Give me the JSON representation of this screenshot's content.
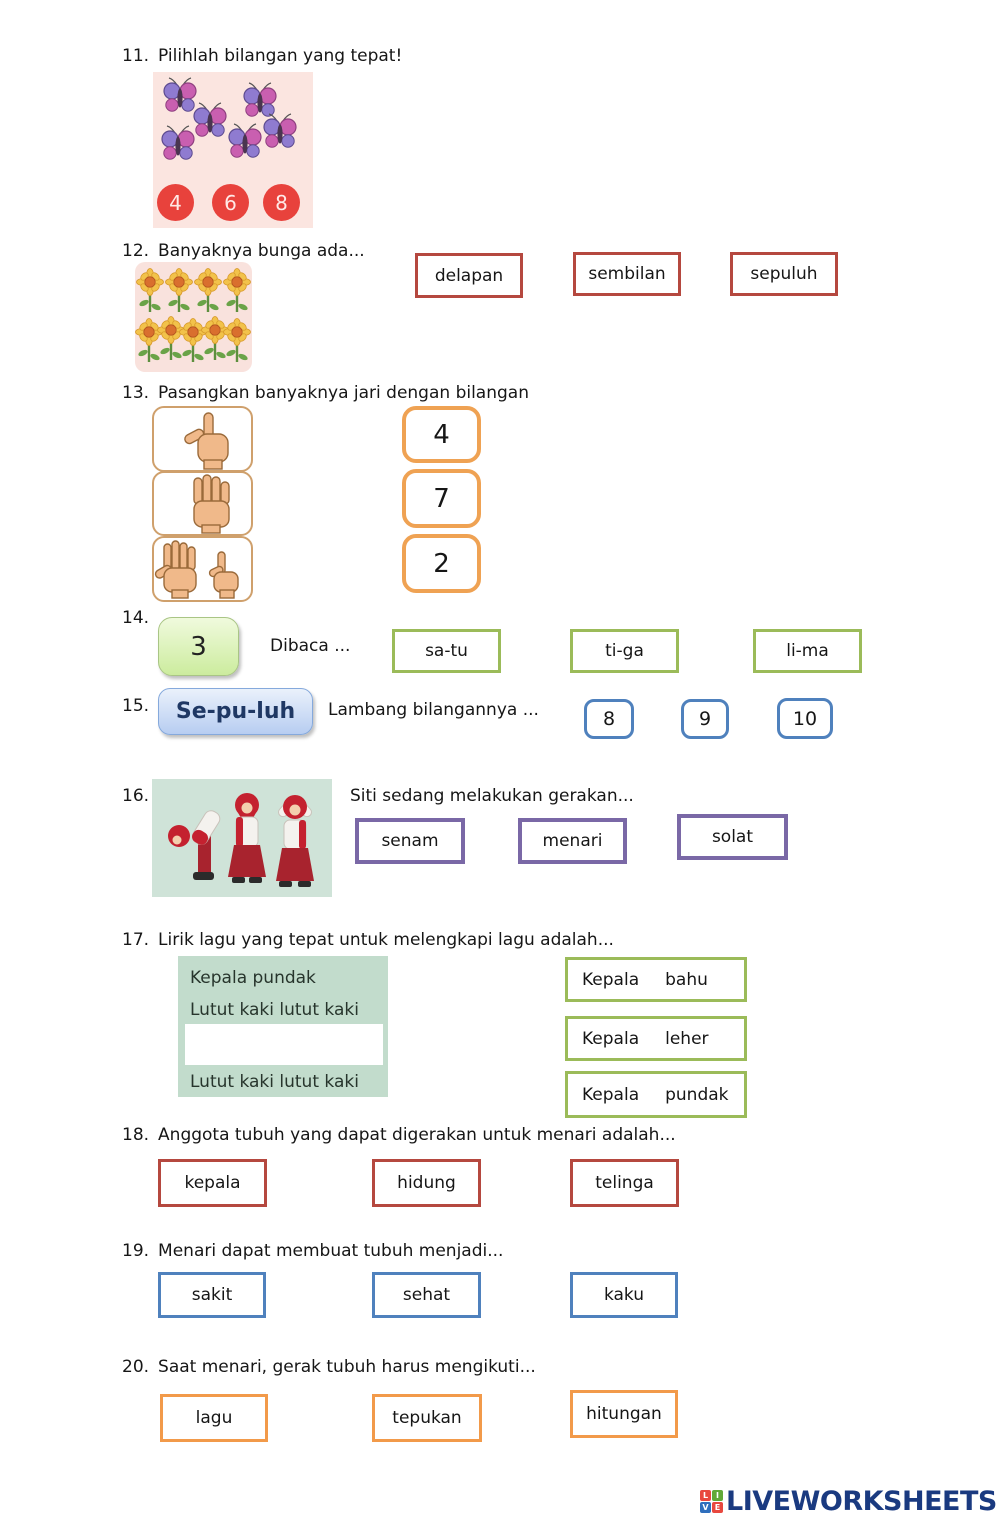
{
  "colors": {
    "red_border": "#b5483f",
    "green_border": "#9bbb59",
    "blue_border": "#4f81bd",
    "purple_border": "#7a68a6",
    "orange_border": "#f29a4a",
    "orange_card_border": "#efa253",
    "answer_circle_red": "#e8423c",
    "pink_panel": "#fbe5e0",
    "mint_panel": "#cfe3d8",
    "lyric_panel_green": "#c2dccc",
    "brand_navy": "#1a3a80"
  },
  "q11": {
    "number": "11.",
    "prompt": "Pilihlah bilangan yang tepat!",
    "image": "six-butterflies",
    "options": [
      "4",
      "6",
      "8"
    ]
  },
  "q12": {
    "number": "12.",
    "prompt": "Banyaknya bunga ada...",
    "image": "nine-sunflowers",
    "options": [
      "delapan",
      "sembilan",
      "sepuluh"
    ]
  },
  "q13": {
    "number": "13.",
    "prompt": "Pasangkan banyaknya jari dengan bilangan",
    "hands": [
      "hand-showing-2-fingers",
      "hand-showing-4-fingers",
      "hands-showing-7-fingers"
    ],
    "options": [
      "4",
      "7",
      "2"
    ]
  },
  "q14": {
    "number": "14.",
    "stimulus": "3",
    "prompt": "Dibaca ...",
    "options": [
      "sa-tu",
      "ti-ga",
      "li-ma"
    ]
  },
  "q15": {
    "number": "15.",
    "stimulus": "Se-pu-luh",
    "prompt": "Lambang bilangannya ...",
    "options": [
      "8",
      "9",
      "10"
    ]
  },
  "q16": {
    "number": "16.",
    "prompt": "Siti sedang melakukan gerakan...",
    "image": "three-girls-exercising",
    "options": [
      "senam",
      "menari",
      "solat"
    ]
  },
  "q17": {
    "number": "17.",
    "prompt": "Lirik lagu yang tepat untuk melengkapi lagu adalah...",
    "lyrics": {
      "line1": "Kepala pundak",
      "line2": "Lutut kaki lutut kaki",
      "line3": "Lutut kaki lutut kaki"
    },
    "options": [
      {
        "w1": "Kepala",
        "w2": "bahu"
      },
      {
        "w1": "Kepala",
        "w2": "leher"
      },
      {
        "w1": "Kepala",
        "w2": "pundak"
      }
    ]
  },
  "q18": {
    "number": "18.",
    "prompt": "Anggota tubuh yang dapat digerakan untuk menari adalah...",
    "options": [
      "kepala",
      "hidung",
      "telinga"
    ]
  },
  "q19": {
    "number": "19.",
    "prompt": "Menari dapat membuat tubuh menjadi...",
    "options": [
      "sakit",
      "sehat",
      "kaku"
    ]
  },
  "q20": {
    "number": "20.",
    "prompt": "Saat menari, gerak tubuh harus mengikuti...",
    "options": [
      "lagu",
      "tepukan",
      "hitungan"
    ]
  },
  "footer": {
    "brand": "LIVEWORKSHEETS",
    "logo_letters": [
      "L",
      "I",
      "V",
      "E"
    ]
  }
}
